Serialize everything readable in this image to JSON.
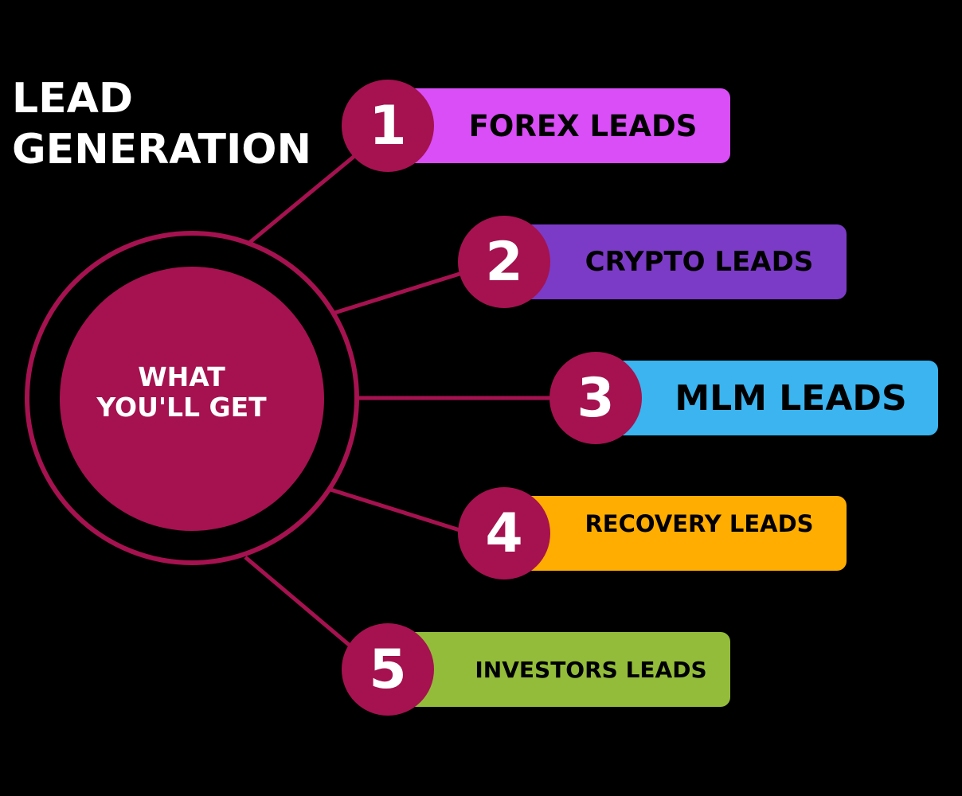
{
  "title": {
    "line1": "LEAD",
    "line2": "GENERATION"
  },
  "center": {
    "line1": "WHAT",
    "line2": "YOU'LL GET"
  },
  "colors": {
    "accent": "#A5124F"
  },
  "items": [
    {
      "number": "1",
      "label": "FOREX LEADS",
      "color": "#D94EF7"
    },
    {
      "number": "2",
      "label": "CRYPTO LEADS",
      "color": "#7B3BC6"
    },
    {
      "number": "3",
      "label": "MLM LEADS",
      "color": "#3BB4EF"
    },
    {
      "number": "4",
      "label": "RECOVERY LEADS",
      "color": "#FFAD00"
    },
    {
      "number": "5",
      "label": "INVESTORS LEADS",
      "color": "#94BC3B"
    }
  ]
}
